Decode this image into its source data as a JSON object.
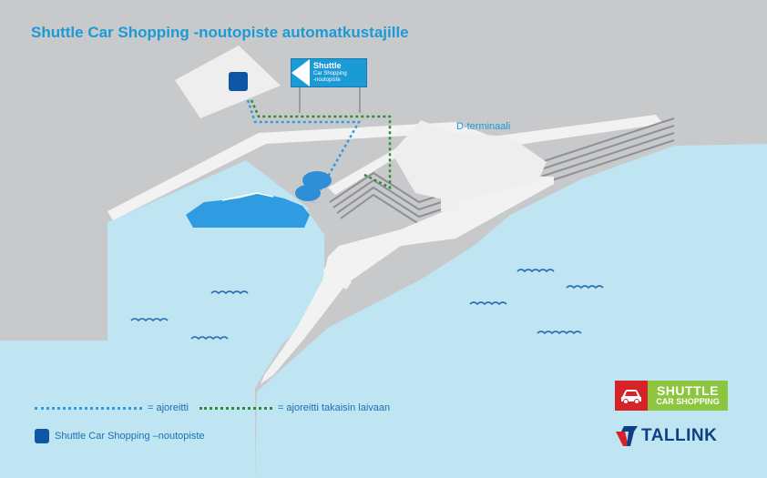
{
  "title": "Shuttle Car Shopping -noutopiste automatkustajille",
  "sign": {
    "line1": "Shuttle",
    "line2": "Car Shopping",
    "line3": "-noutopiste"
  },
  "terminal_label": "D-terminaali",
  "legend": {
    "route": "= ajoreitti",
    "route_back": "= ajoreitti takaisin laivaan",
    "pickup": "Shuttle Car Shopping –noutopiste"
  },
  "badge": {
    "line1": "SHUTTLE",
    "line2": "CAR SHOPPING"
  },
  "brand": "TALLINK",
  "colors": {
    "land": "#c8c9cb",
    "sea": "#bfe4f2",
    "accent": "#1c9ad6",
    "route": "#2f9be0",
    "route_back": "#2e8b3a",
    "pickup": "#0e55a5",
    "badge_red": "#d8222a",
    "badge_green": "#8cc63f",
    "brand": "#0d3f86"
  },
  "icons": [
    "car-icon",
    "tallink-logo-icon",
    "sign-arrow-icon",
    "ship-icon",
    "wave-icon"
  ]
}
